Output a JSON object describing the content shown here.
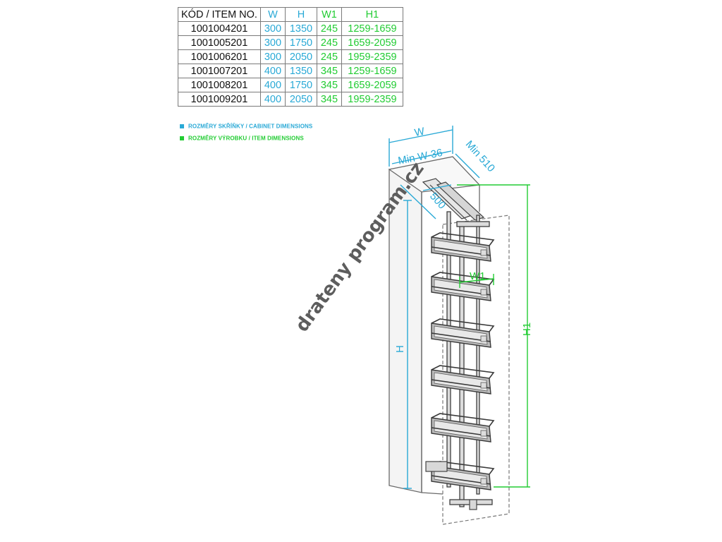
{
  "table": {
    "headers": [
      "KÓD / ITEM NO.",
      "W",
      "H",
      "W1",
      "H1"
    ],
    "rows": [
      {
        "code": "1001004201",
        "w": "300",
        "h": "1350",
        "w1": "245",
        "h1": "1259-1659"
      },
      {
        "code": "1001005201",
        "w": "300",
        "h": "1750",
        "w1": "245",
        "h1": "1659-2059"
      },
      {
        "code": "1001006201",
        "w": "300",
        "h": "2050",
        "w1": "245",
        "h1": "1959-2359"
      },
      {
        "code": "1001007201",
        "w": "400",
        "h": "1350",
        "w1": "345",
        "h1": "1259-1659"
      },
      {
        "code": "1001008201",
        "w": "400",
        "h": "1750",
        "w1": "345",
        "h1": "1659-2059"
      },
      {
        "code": "1001009201",
        "w": "400",
        "h": "2050",
        "w1": "345",
        "h1": "1959-2359"
      }
    ]
  },
  "legend": {
    "cabinet": "ROZMĚRY SKŘÍŇKY / CABINET DIMENSIONS",
    "item": "ROZMĚRY VÝROBKU / ITEM DIMENSIONS"
  },
  "diagram": {
    "label_w": "W",
    "label_min_w": "Min W-36",
    "label_min_depth": "Min 510",
    "label_depth": "500",
    "label_w1": "W1",
    "label_h": "H",
    "label_h1": "H1"
  },
  "watermark": "drateny program.cz",
  "colors": {
    "cabinet_dimension": "#29a9d6",
    "item_dimension": "#22cc33",
    "drawing_line": "#555555"
  }
}
